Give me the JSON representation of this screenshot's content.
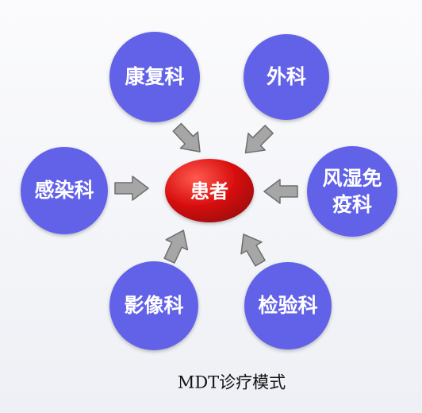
{
  "center": {
    "label": "患者",
    "color": "#d20e0e"
  },
  "departments": [
    {
      "lines": [
        "康复科"
      ]
    },
    {
      "lines": [
        "外科"
      ]
    },
    {
      "lines": [
        "感染科"
      ]
    },
    {
      "lines": [
        "风湿免",
        "疫科"
      ]
    },
    {
      "lines": [
        "影像科"
      ]
    },
    {
      "lines": [
        "检验科"
      ]
    }
  ],
  "caption": "MDT诊疗模式",
  "colors": {
    "department_fill": "#6262e8",
    "arrow_fill": "#a6a6a6",
    "arrow_stroke": "#6e6e6e"
  }
}
